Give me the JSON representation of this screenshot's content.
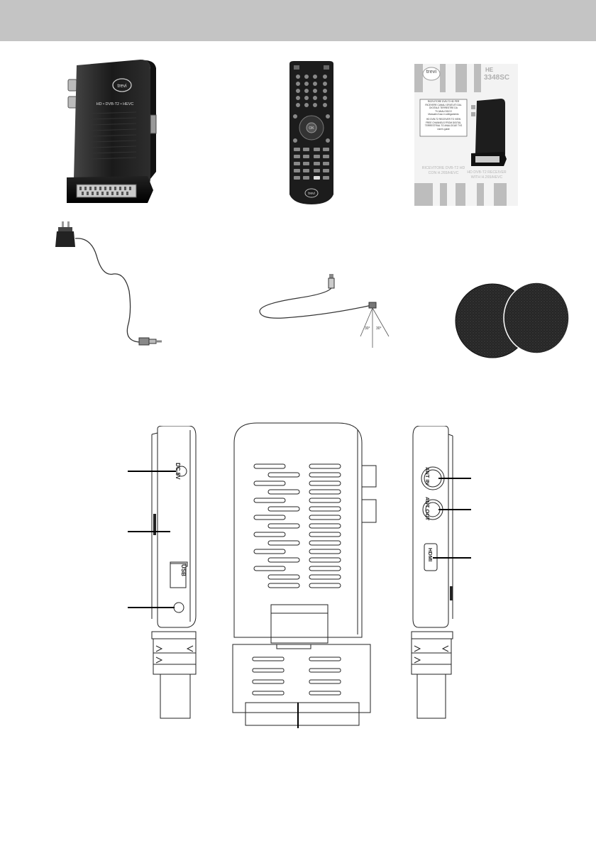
{
  "device": {
    "brand": "trevi",
    "front_label": "HD • DVB-T2 • HEVC",
    "ports": {
      "dc": "DC 5V",
      "usb": "USB",
      "ant_in": "ANT IN",
      "ant_out": "ANT OUT",
      "hdmi": "HDMI"
    }
  },
  "packaging": {
    "brand": "trevi",
    "model_prefix": "HE",
    "model": "3348SC",
    "box_text_lines": [
      "RICEVITORE DVB-T2 HD PER",
      "RICEVERE CANALI GRATUITI DAL",
      "DIGITALE TERRESTRE DA",
      "TV ANALOGICO",
      "Manuale d'uso e collegamento",
      "",
      "HD DVB-T2 RECEIVER TO VIEW",
      "FREE CHANNELS FROM DIGITAL",
      "TERRESTRIAL TO ANALOGUE TVS",
      "User's guide"
    ],
    "title_it_1": "RICEVITORE DVB-T2 HD",
    "title_it_2": "CON H.265/HEVC",
    "title_en_1": "HD DVB-T2 RECEIVER",
    "title_en_2": "WITH H.265/HEVC"
  },
  "remote": {
    "brand": "trevi"
  },
  "ir_sensor": {
    "angle_left": "30°",
    "angle_right": "30°"
  }
}
